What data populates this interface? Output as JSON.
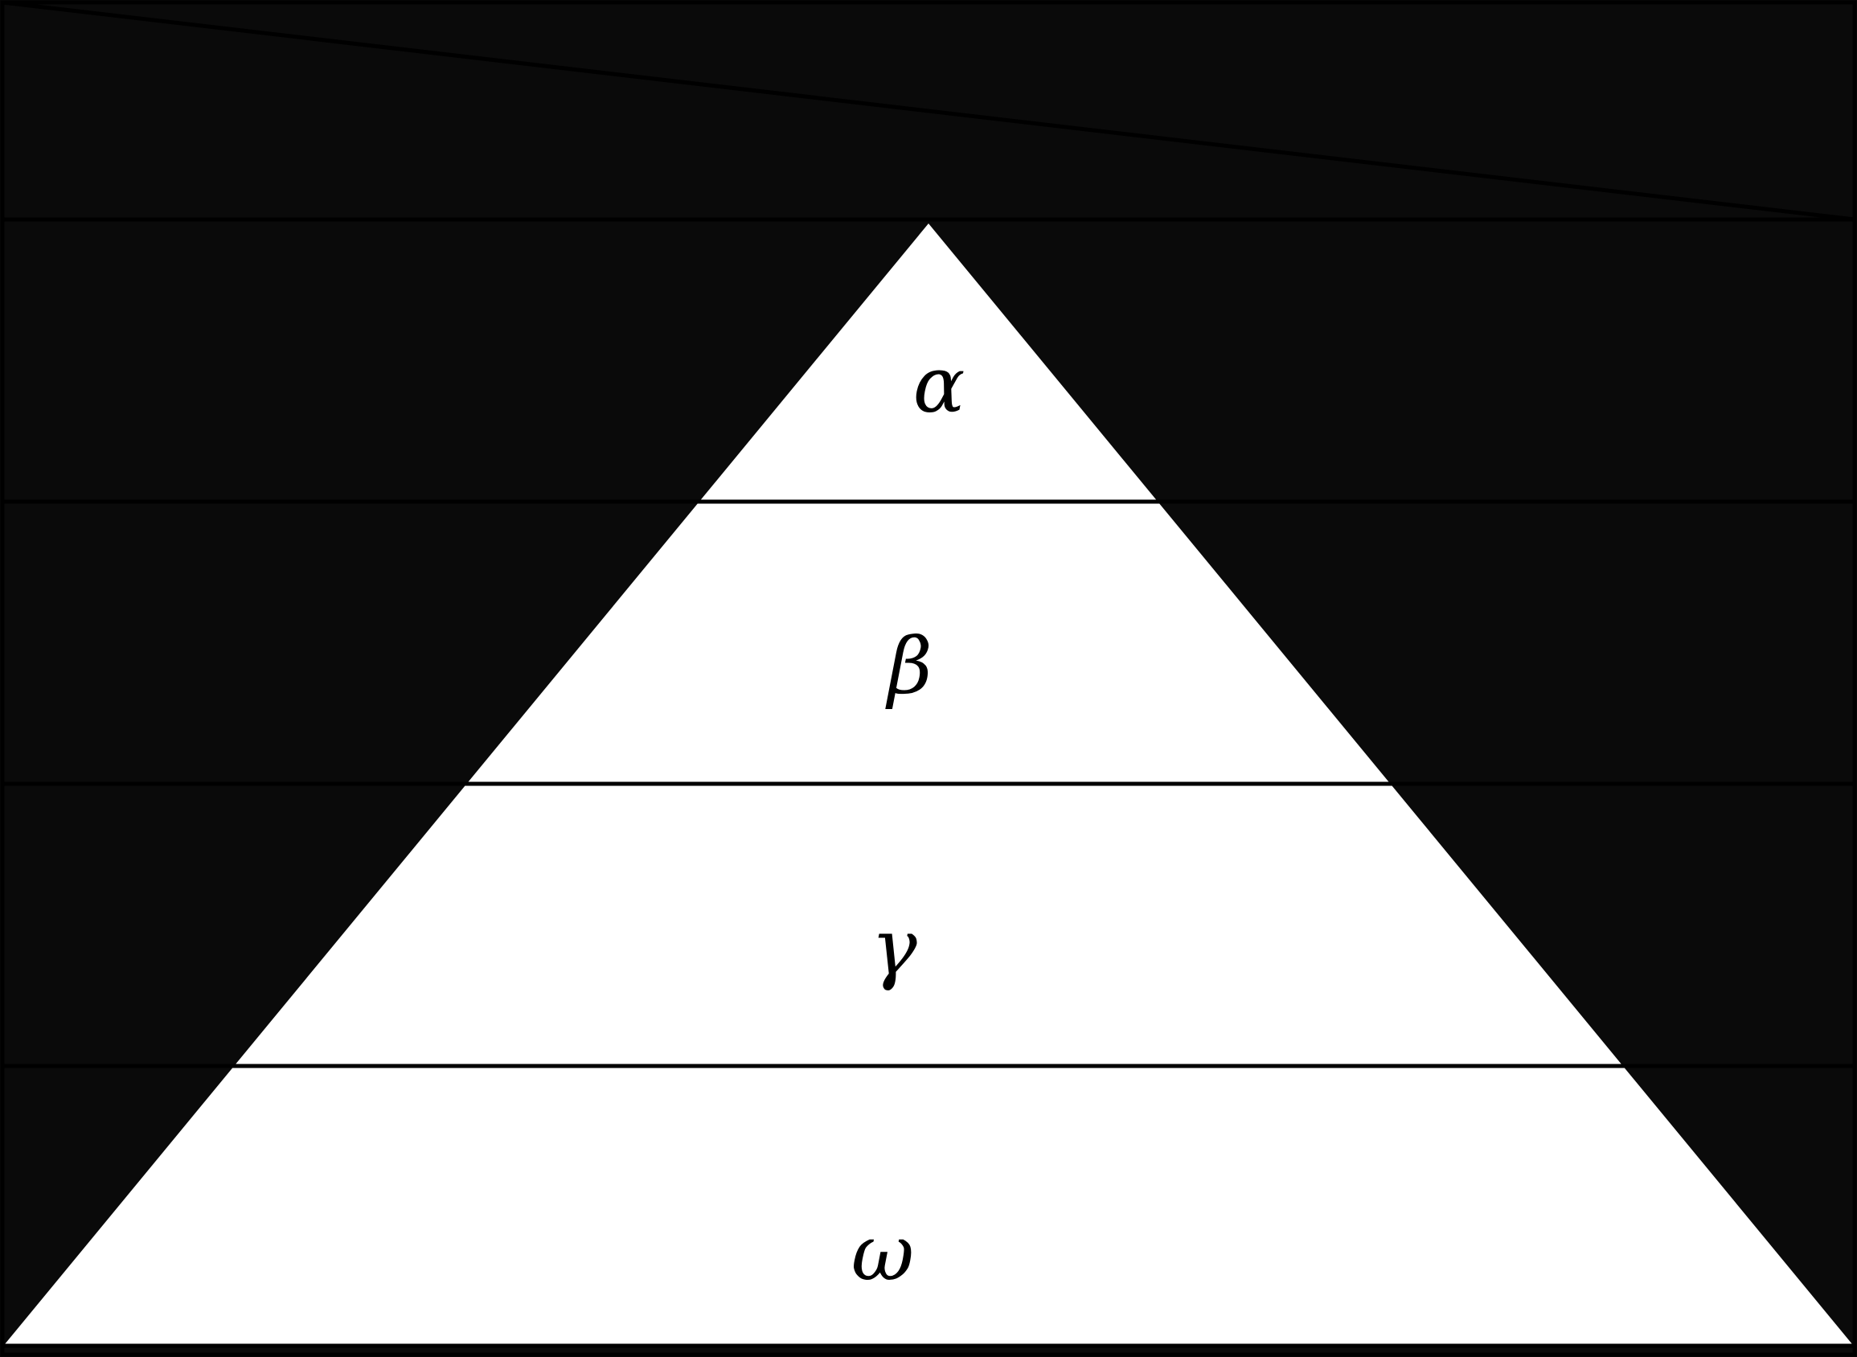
{
  "diagram": {
    "type": "pyramid",
    "background_color": "#0a0a0a",
    "pyramid_fill": "#ffffff",
    "line_color": "#000000",
    "label_color": "#000000",
    "tiers": [
      {
        "label": "α"
      },
      {
        "label": "β"
      },
      {
        "label": "γ"
      },
      {
        "label": "ω"
      }
    ]
  }
}
